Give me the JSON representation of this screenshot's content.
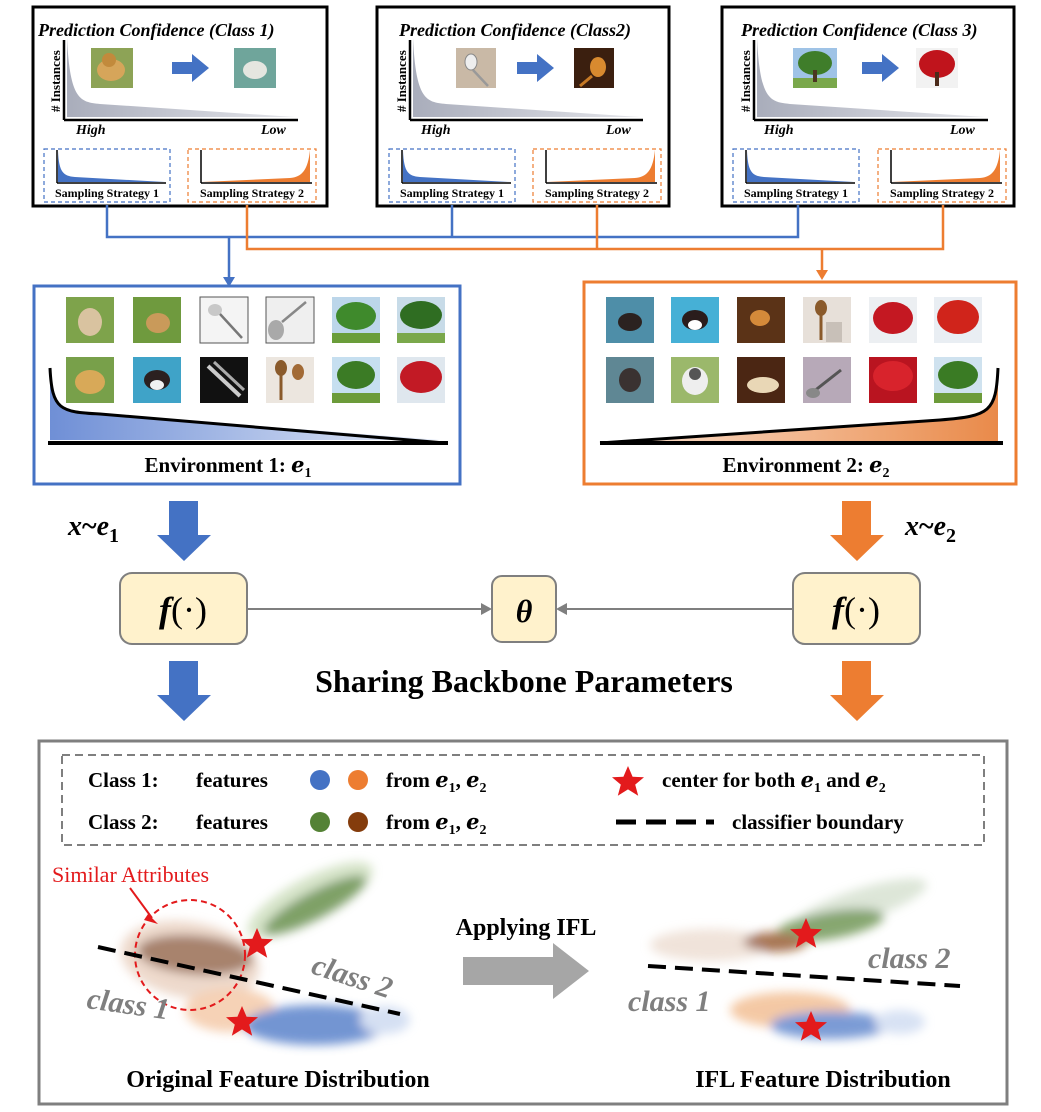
{
  "top_panels": [
    {
      "title": "Prediction Confidence (Class 1)",
      "ylabel": "# Instances",
      "high": "High",
      "low": "Low",
      "strategy1": "Sampling Strategy 1",
      "strategy2": "Sampling Strategy 2",
      "img_a": "dog-photo",
      "img_b": "dog-in-water-photo"
    },
    {
      "title": "Prediction Confidence (Class2)",
      "ylabel": "# Instances",
      "high": "High",
      "low": "Low",
      "strategy1": "Sampling Strategy 1",
      "strategy2": "Sampling Strategy 2",
      "img_a": "spoon-photo",
      "img_b": "wooden-spoon-photo"
    },
    {
      "title": "Prediction Confidence (Class 3)",
      "ylabel": "# Instances",
      "high": "High",
      "low": "Low",
      "strategy1": "Sampling Strategy 1",
      "strategy2": "Sampling Strategy 2",
      "img_a": "green-tree-photo",
      "img_b": "red-tree-photo"
    }
  ],
  "environments": {
    "env1": {
      "label": "Environment 1: ",
      "var": "e",
      "sub": "1"
    },
    "env2": {
      "label": "Environment 2: ",
      "var": "e",
      "sub": "2"
    }
  },
  "sampling": {
    "x1": {
      "x": "x",
      "tilde": "~",
      "e": "e",
      "sub": "1"
    },
    "x2": {
      "x": "x",
      "tilde": "~",
      "e": "e",
      "sub": "2"
    }
  },
  "network": {
    "f_label": "f",
    "f_args": "(·)",
    "theta": "θ",
    "shared_caption": "Sharing Backbone Parameters"
  },
  "legend": {
    "class1": "Class 1:",
    "class2": "Class 2:",
    "features": "features",
    "from": "from ",
    "e": "e",
    "sub1": "1",
    "sub2": "2",
    "comma": ", ",
    "center_text": "center for both ",
    "and": " and ",
    "boundary_text": "classifier boundary"
  },
  "bottom": {
    "similar_attributes": "Similar Attributes",
    "applying": "Applying IFL",
    "class1_label": "class 1",
    "class2_label": "class 2",
    "original_caption": "Original Feature Distribution",
    "ifl_caption": "IFL Feature Distribution"
  },
  "colors": {
    "blue": "#4472c4",
    "orange": "#ed7d31",
    "green": "#548235",
    "brown": "#843c0c",
    "node_fill": "#fff2cc",
    "red": "#e31a1c",
    "gray": "#7f7f7f"
  }
}
